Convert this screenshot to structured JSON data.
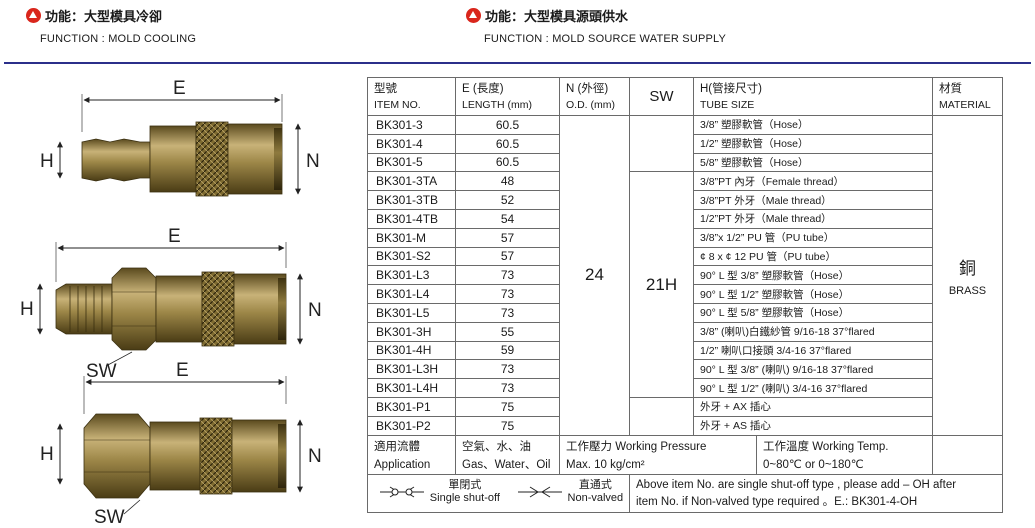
{
  "header_left": {
    "title_zh": "功能：大型模具冷卻",
    "title_en": "FUNCTION : MOLD COOLING"
  },
  "header_right": {
    "title_zh": "功能：大型模具源頭供水",
    "title_en": "FUNCTION : MOLD SOURCE WATER SUPPLY"
  },
  "drawing_labels": {
    "e": "E",
    "h": "H",
    "n": "N",
    "sw": "SW"
  },
  "table": {
    "headers": {
      "item_zh": "型號",
      "item_en": "ITEM NO.",
      "length_zh": "E (長度)",
      "length_en": "LENGTH (mm)",
      "od_zh": "N (外徑)",
      "od_en": "O.D. (mm)",
      "sw": "SW",
      "tube_zh": "H(管接尺寸)",
      "tube_en": "TUBE SIZE",
      "material_zh": "材質",
      "material_en": "MATERIAL"
    },
    "od_value": "24",
    "sw_value": "21H",
    "material_zh": "銅",
    "material_en": "BRASS",
    "rows": [
      {
        "item": "BK301-3",
        "length": "60.5",
        "tube": "3/8”  塑膠軟管（Hose）"
      },
      {
        "item": "BK301-4",
        "length": "60.5",
        "tube": "1/2”  塑膠軟管（Hose）"
      },
      {
        "item": "BK301-5",
        "length": "60.5",
        "tube": "5/8”  塑膠軟管（Hose）"
      },
      {
        "item": "BK301-3TA",
        "length": "48",
        "tube": "3/8”PT  內牙（Female thread）"
      },
      {
        "item": "BK301-3TB",
        "length": "52",
        "tube": "3/8”PT  外牙（Male thread）"
      },
      {
        "item": "BK301-4TB",
        "length": "54",
        "tube": "1/2”PT  外牙（Male thread）"
      },
      {
        "item": "BK301-M",
        "length": "57",
        "tube": "3/8”x 1/2” PU 管（PU tube）"
      },
      {
        "item": "BK301-S2",
        "length": "57",
        "tube": "¢ 8 x ¢ 12 PU 管（PU tube）"
      },
      {
        "item": "BK301-L3",
        "length": "73",
        "tube": "90° L 型 3/8”  塑膠軟管（Hose）"
      },
      {
        "item": "BK301-L4",
        "length": "73",
        "tube": "90° L 型 1/2”  塑膠軟管（Hose）"
      },
      {
        "item": "BK301-L5",
        "length": "73",
        "tube": "90° L 型 5/8”  塑膠軟管（Hose）"
      },
      {
        "item": "BK301-3H",
        "length": "55",
        "tube": "3/8” (喇叭)白鐵紗管 9/16-18 37°flared"
      },
      {
        "item": "BK301-4H",
        "length": "59",
        "tube": "1/2” 喇叭口接頭 3/4-16 37°flared"
      },
      {
        "item": "BK301-L3H",
        "length": "73",
        "tube": "90° L 型 3/8” (喇叭) 9/16-18 37°flared"
      },
      {
        "item": "BK301-L4H",
        "length": "73",
        "tube": "90° L 型 1/2” (喇叭) 3/4-16 37°flared"
      },
      {
        "item": "BK301-P1",
        "length": "75",
        "tube": "外牙 + AX  插心"
      },
      {
        "item": "BK301-P2",
        "length": "75",
        "tube": "外牙 + AS  插心"
      }
    ],
    "footer": {
      "app_zh": "適用流體",
      "app_en": "Application",
      "fluid_zh": "空氣、水、油",
      "fluid_en": "Gas、Water、Oil",
      "pressure_zh": "工作壓力 Working Pressure",
      "pressure_en": "Max. 10 kg/cm²",
      "temp_zh": "工作溫度  Working Temp.",
      "temp_en": "0~80℃ or 0~180℃"
    },
    "symbols": {
      "single_zh": "單閉式",
      "single_en": "Single shut-off",
      "non_zh": "直通式",
      "non_en": "Non-valved"
    },
    "note_line1": "Above item No. are single shut-off type , please add – OH after",
    "note_line2": "item No. if Non-valved type required 。E.: BK301-4-OH"
  }
}
